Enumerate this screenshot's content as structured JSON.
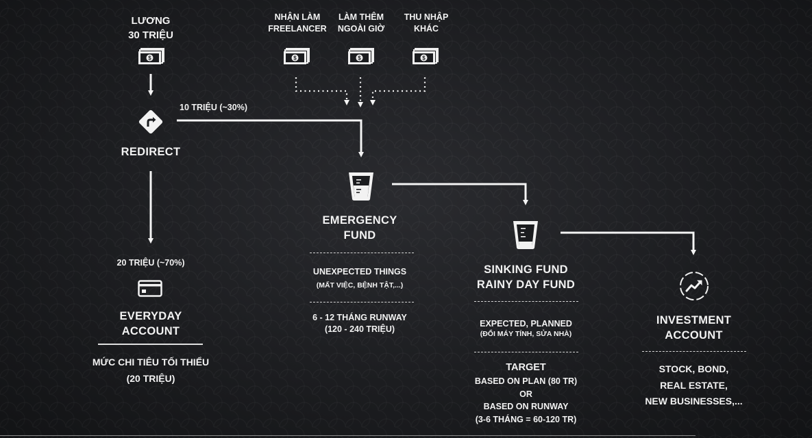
{
  "salary": {
    "line1": "LƯƠNG",
    "line2": "30 TRIỆU"
  },
  "incomes": [
    {
      "line1": "NHẬN LÀM",
      "line2": "FREELANCER"
    },
    {
      "line1": "LÀM THÊM",
      "line2": "NGOÀI GIỜ"
    },
    {
      "line1": "THU NHẬP",
      "line2": "KHÁC"
    }
  ],
  "redirect": {
    "label": "REDIRECT",
    "to_emergency": "10 TRIỆU (~30%)",
    "to_everyday": "20 TRIỆU (~70%)"
  },
  "everyday": {
    "title1": "EVERYDAY",
    "title2": "ACCOUNT",
    "desc1": "MỨC CHI TIÊU TỐI THIỂU",
    "desc2": "(20 TRIỆU)"
  },
  "emergency": {
    "title1": "EMERGENCY",
    "title2": "FUND",
    "sec1_line1": "UNEXPECTED THINGS",
    "sec1_line2": "(MẤT VIỆC, BỆNH TẬT,...)",
    "sec2_line1": "6 - 12 THÁNG RUNWAY",
    "sec2_line2": "(120 - 240 TRIỆU)"
  },
  "sinking": {
    "title1": "SINKING FUND",
    "title2": "RAINY DAY FUND",
    "sec1_line1": "EXPECTED, PLANNED",
    "sec1_line2": "(ĐỔI MÁY TÍNH, SỬA NHÀ)",
    "target": "TARGET",
    "t1": "BASED ON PLAN (80 TR)",
    "t2": "OR",
    "t3": "BASED ON RUNWAY",
    "t4": "(3-6 THÁNG = 60-120 TR)"
  },
  "investment": {
    "title1": "INVESTMENT",
    "title2": "ACCOUNT",
    "d1": "STOCK, BOND,",
    "d2": "REAL ESTATE,",
    "d3": "NEW BUSINESSES,..."
  },
  "icons": {
    "money": "money-stack-icon",
    "redirect": "turn-right-sign-icon",
    "card": "credit-card-icon",
    "jar": "measuring-cup-icon",
    "investment": "trending-up-icon"
  },
  "colors": {
    "background": "#1b1c1f",
    "foreground": "#f2f2f2"
  }
}
